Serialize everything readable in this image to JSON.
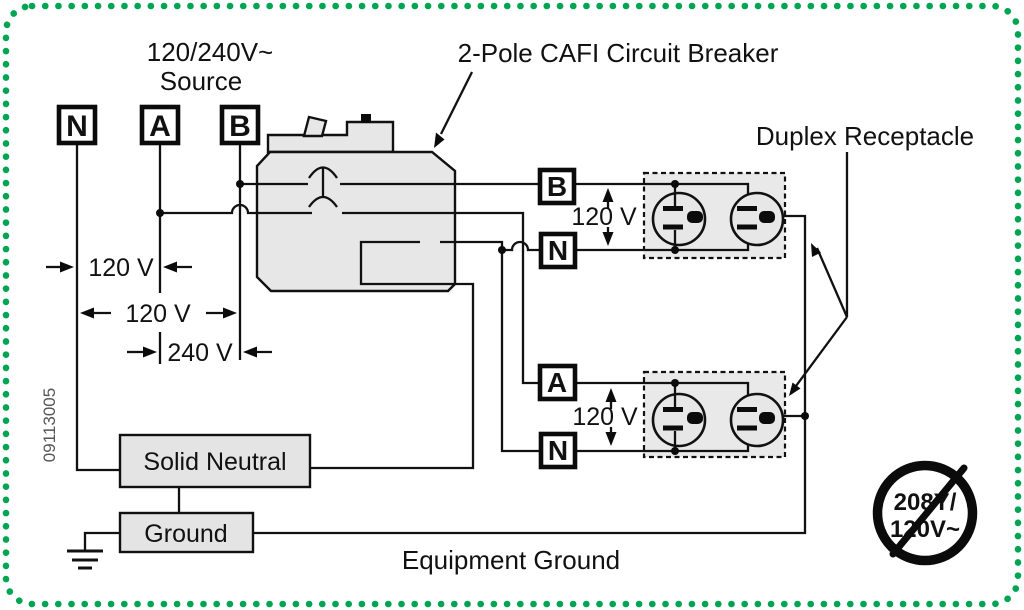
{
  "diagram": {
    "source_panel": {
      "title_line1": "120/240V~",
      "title_line2": "Source",
      "terminals": [
        "N",
        "A",
        "B"
      ]
    },
    "breaker_label": "2-Pole CAFI Circuit Breaker",
    "receptacle_label": "Duplex Receptacle",
    "upper_branch": {
      "hot": "B",
      "neutral": "N",
      "voltage": "120 V"
    },
    "lower_branch": {
      "hot": "A",
      "neutral": "N",
      "voltage": "120 V"
    },
    "dimensions": {
      "n_to_a": "120 V",
      "n_to_b": "120 V",
      "a_to_b": "240 V"
    },
    "solid_neutral_label": "Solid Neutral",
    "ground_label": "Ground",
    "equipment_ground_label": "Equipment Ground",
    "part_number": "09113005",
    "not_allowed_rating": {
      "line1": "208Y/",
      "line2": "120V~"
    },
    "colors": {
      "border_dots": "#00a452",
      "component_fill": "#e7e7e7",
      "line": "#111111"
    }
  }
}
